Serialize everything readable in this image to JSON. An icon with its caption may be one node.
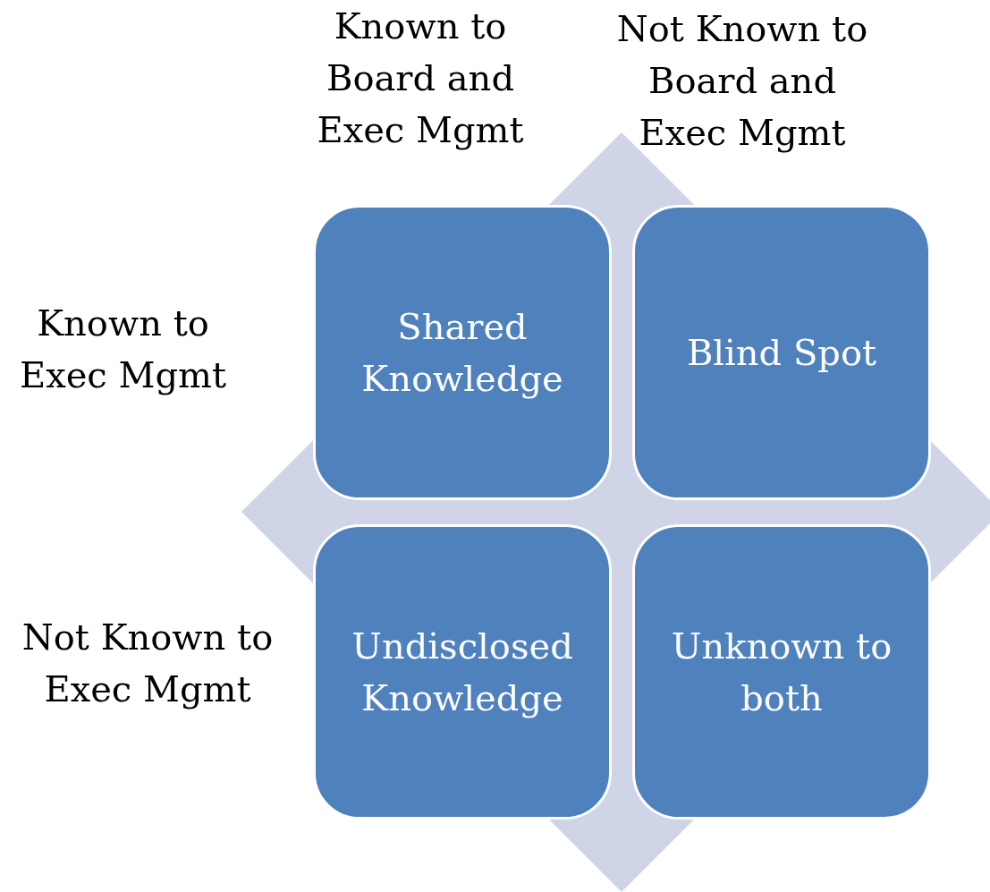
{
  "diagram": {
    "nodes": [
      {
        "text": [
          "Shared Knowledge"
        ]
      },
      {
        "text": [
          "Blind Spot"
        ]
      },
      {
        "text": [
          "Undisclosed Knowledge"
        ]
      },
      {
        "text": [
          "Unknown to both"
        ]
      }
    ],
    "labels": [
      "Known to Board and Exec Mgmt",
      "Not Known to Board and Exec Mgmt",
      "Known to Exec Mgmt",
      "Not Known to Exec Mgmt"
    ]
  }
}
